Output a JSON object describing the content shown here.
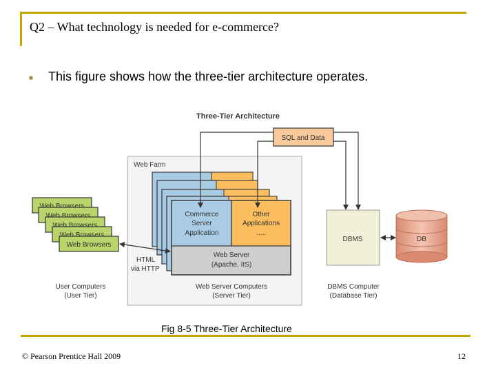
{
  "slide": {
    "title": "Q2 – What technology is needed for e-commerce?",
    "bullet": "This figure shows how the three-tier architecture operates.",
    "caption": "Fig 8-5 Three-Tier Architecture",
    "copyright": "© Pearson Prentice Hall 2009",
    "page_number": "12"
  },
  "diagram": {
    "title": "Three-Tier Architecture",
    "sql_box": "SQL and Data",
    "web_farm": "Web Farm",
    "browsers": [
      "Web Browsers",
      "Web Browsers",
      "Web Browsers",
      "Web Browsers",
      "Web Browsers"
    ],
    "commerce_app": [
      "Commerce",
      "Server",
      "Application"
    ],
    "other_apps": [
      "Other",
      "Applications",
      "....."
    ],
    "web_server": [
      "Web Server",
      "(Apache, IIS)"
    ],
    "html_label": [
      "HTML",
      "via HTTP"
    ],
    "dbms": "DBMS",
    "db": "DB",
    "user_label": [
      "User Computers",
      "(User Tier)"
    ],
    "server_label": [
      "Web Server Computers",
      "(Server Tier)"
    ],
    "db_label": [
      "DBMS Computer",
      "(Database Tier)"
    ],
    "colors": {
      "browser_fill": "#b9d46a",
      "server_blue": "#a9cbe3",
      "server_orange": "#fbbd5e",
      "server_gray": "#cfcfcf",
      "sql_fill": "#f7c99b",
      "dbms_fill": "#f2f0d8",
      "db_fill": "#e7a58e"
    }
  }
}
